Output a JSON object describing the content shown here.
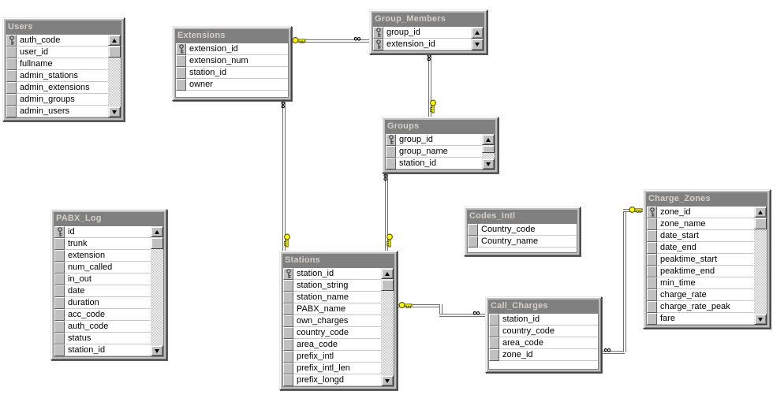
{
  "diagram": {
    "tables": [
      {
        "id": "users",
        "title": "Users",
        "has_scrollbar": true,
        "fields": [
          {
            "name": "auth_code",
            "key": true
          },
          {
            "name": "user_id",
            "key": false
          },
          {
            "name": "fullname",
            "key": false
          },
          {
            "name": "admin_stations",
            "key": false
          },
          {
            "name": "admin_extensions",
            "key": false
          },
          {
            "name": "admin_groups",
            "key": false
          },
          {
            "name": "admin_users",
            "key": false
          }
        ]
      },
      {
        "id": "extensions",
        "title": "Extensions",
        "has_scrollbar": false,
        "fields": [
          {
            "name": "extension_id",
            "key": true
          },
          {
            "name": "extension_num",
            "key": false
          },
          {
            "name": "station_id",
            "key": false
          },
          {
            "name": "owner",
            "key": false
          }
        ]
      },
      {
        "id": "group_members",
        "title": "Group_Members",
        "has_scrollbar": true,
        "fields": [
          {
            "name": "group_id",
            "key": true
          },
          {
            "name": "extension_id",
            "key": true
          }
        ]
      },
      {
        "id": "groups",
        "title": "Groups",
        "has_scrollbar": true,
        "fields": [
          {
            "name": "group_id",
            "key": true
          },
          {
            "name": "group_name",
            "key": false
          },
          {
            "name": "station_id",
            "key": false
          }
        ]
      },
      {
        "id": "pabx_log",
        "title": "PABX_Log",
        "has_scrollbar": true,
        "fields": [
          {
            "name": "id",
            "key": true
          },
          {
            "name": "trunk",
            "key": false
          },
          {
            "name": "extension",
            "key": false
          },
          {
            "name": "num_called",
            "key": false
          },
          {
            "name": "in_out",
            "key": false
          },
          {
            "name": "date",
            "key": false
          },
          {
            "name": "duration",
            "key": false
          },
          {
            "name": "acc_code",
            "key": false
          },
          {
            "name": "auth_code",
            "key": false
          },
          {
            "name": "status",
            "key": false
          },
          {
            "name": "station_id",
            "key": false
          }
        ]
      },
      {
        "id": "stations",
        "title": "Stations",
        "has_scrollbar": true,
        "fields": [
          {
            "name": "station_id",
            "key": true
          },
          {
            "name": "station_string",
            "key": false
          },
          {
            "name": "station_name",
            "key": false
          },
          {
            "name": "PABX_name",
            "key": false
          },
          {
            "name": "own_charges",
            "key": false
          },
          {
            "name": "country_code",
            "key": false
          },
          {
            "name": "area_code",
            "key": false
          },
          {
            "name": "prefix_intl",
            "key": false
          },
          {
            "name": "prefix_intl_len",
            "key": false
          },
          {
            "name": "prefix_longd",
            "key": false
          }
        ]
      },
      {
        "id": "codes_intl",
        "title": "Codes_Intl",
        "has_scrollbar": false,
        "fields": [
          {
            "name": "Country_code",
            "key": false
          },
          {
            "name": "Country_name",
            "key": false
          }
        ]
      },
      {
        "id": "call_charges",
        "title": "Call_Charges",
        "has_scrollbar": false,
        "fields": [
          {
            "name": "station_id",
            "key": false
          },
          {
            "name": "country_code",
            "key": false
          },
          {
            "name": "area_code",
            "key": false
          },
          {
            "name": "zone_id",
            "key": false
          }
        ]
      },
      {
        "id": "charge_zones",
        "title": "Charge_Zones",
        "has_scrollbar": true,
        "fields": [
          {
            "name": "zone_id",
            "key": true
          },
          {
            "name": "zone_name",
            "key": false
          },
          {
            "name": "date_start",
            "key": false
          },
          {
            "name": "date_end",
            "key": false
          },
          {
            "name": "peaktime_start",
            "key": false
          },
          {
            "name": "peaktime_end",
            "key": false
          },
          {
            "name": "min_time",
            "key": false
          },
          {
            "name": "charge_rate",
            "key": false
          },
          {
            "name": "charge_rate_peak",
            "key": false
          },
          {
            "name": "fare",
            "key": false
          }
        ]
      }
    ],
    "relationships": [
      {
        "one_side": "Extensions",
        "many_side": "Group_Members"
      },
      {
        "one_side": "Groups",
        "many_side": "Group_Members"
      },
      {
        "one_side": "Stations",
        "many_side": "Groups"
      },
      {
        "one_side": "Stations",
        "many_side": "Extensions"
      },
      {
        "one_side": "Stations",
        "many_side": "Call_Charges"
      },
      {
        "one_side": "Charge_Zones",
        "many_side": "Call_Charges"
      }
    ],
    "icons": {
      "primary_key_icon": "key",
      "one_end_icon": "key",
      "many_end_icon": "infinity",
      "infinity_symbol": "∞"
    },
    "colors": {
      "canvas_bg": "#ffffff",
      "table_frame": "#c0c0c0",
      "table_header_bg": "#808080",
      "table_header_text": "#d4d0c8",
      "row_bg": "#ffffff",
      "field_text": "#000000",
      "connector_key_fill": "#ffff00",
      "connector_line": "#707070"
    }
  }
}
